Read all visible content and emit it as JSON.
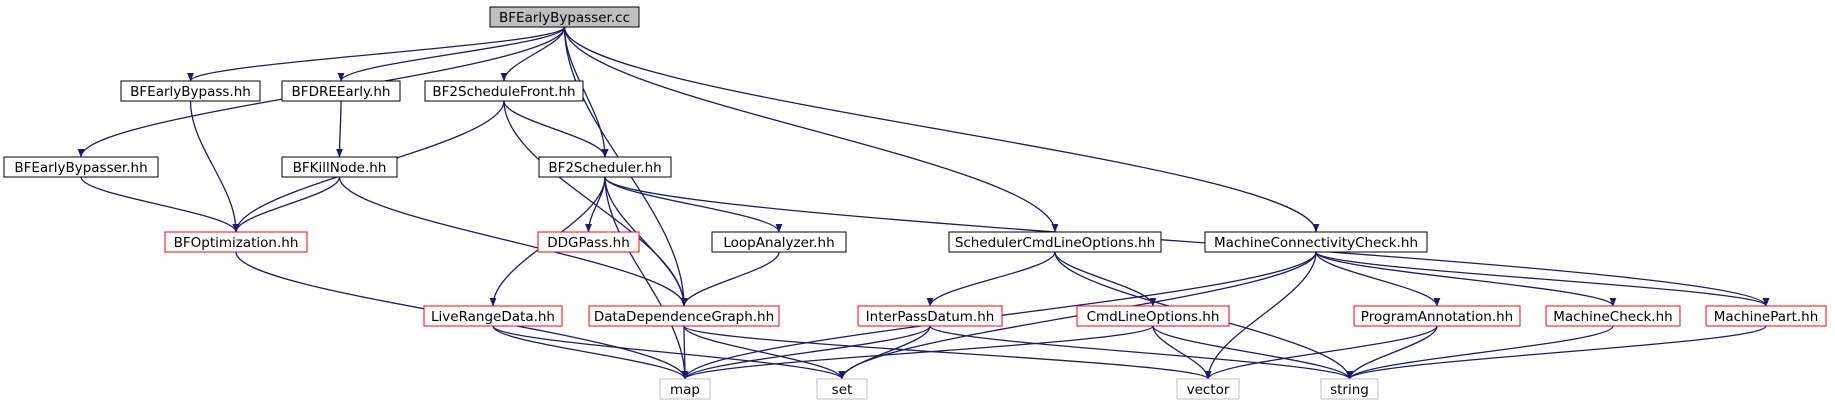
{
  "colors": {
    "edge": "#191970",
    "border_plain": "#000000",
    "border_incomplete": "#ff0000",
    "border_external": "#bfbfbf",
    "fill_root": "#bfbfbf",
    "fill_default": "#ffffff"
  },
  "nodes": [
    {
      "id": "root",
      "label": "BFEarlyBypasser.cc",
      "style": "root"
    },
    {
      "id": "bypass",
      "label": "BFEarlyBypass.hh",
      "style": "plain"
    },
    {
      "id": "dre",
      "label": "BFDREEarly.hh",
      "style": "plain"
    },
    {
      "id": "front",
      "label": "BF2ScheduleFront.hh",
      "style": "plain"
    },
    {
      "id": "bypasserhh",
      "label": "BFEarlyBypasser.hh",
      "style": "plain"
    },
    {
      "id": "kill",
      "label": "BFKillNode.hh",
      "style": "plain"
    },
    {
      "id": "sched",
      "label": "BF2Scheduler.hh",
      "style": "plain"
    },
    {
      "id": "opt",
      "label": "BFOptimization.hh",
      "style": "incomplete"
    },
    {
      "id": "ddgpass",
      "label": "DDGPass.hh",
      "style": "incomplete"
    },
    {
      "id": "loop",
      "label": "LoopAnalyzer.hh",
      "style": "plain"
    },
    {
      "id": "sclo",
      "label": "SchedulerCmdLineOptions.hh",
      "style": "plain"
    },
    {
      "id": "mcc",
      "label": "MachineConnectivityCheck.hh",
      "style": "plain"
    },
    {
      "id": "lrd",
      "label": "LiveRangeData.hh",
      "style": "incomplete"
    },
    {
      "id": "ddg",
      "label": "DataDependenceGraph.hh",
      "style": "incomplete"
    },
    {
      "id": "ipd",
      "label": "InterPassDatum.hh",
      "style": "incomplete"
    },
    {
      "id": "clo",
      "label": "CmdLineOptions.hh",
      "style": "incomplete"
    },
    {
      "id": "pa",
      "label": "ProgramAnnotation.hh",
      "style": "incomplete"
    },
    {
      "id": "mc",
      "label": "MachineCheck.hh",
      "style": "incomplete"
    },
    {
      "id": "mp",
      "label": "MachinePart.hh",
      "style": "incomplete"
    },
    {
      "id": "map",
      "label": "map",
      "style": "external"
    },
    {
      "id": "set",
      "label": "set",
      "style": "external"
    },
    {
      "id": "vector",
      "label": "vector",
      "style": "external"
    },
    {
      "id": "string",
      "label": "string",
      "style": "external"
    }
  ],
  "edges": [
    [
      "root",
      "bypasserhh"
    ],
    [
      "root",
      "bypass"
    ],
    [
      "root",
      "dre"
    ],
    [
      "root",
      "front"
    ],
    [
      "root",
      "sched"
    ],
    [
      "root",
      "ddg"
    ],
    [
      "root",
      "sclo"
    ],
    [
      "root",
      "mcc"
    ],
    [
      "bypass",
      "opt"
    ],
    [
      "dre",
      "kill"
    ],
    [
      "front",
      "opt"
    ],
    [
      "front",
      "sched"
    ],
    [
      "front",
      "ddg"
    ],
    [
      "bypasserhh",
      "opt"
    ],
    [
      "kill",
      "opt"
    ],
    [
      "kill",
      "ddg"
    ],
    [
      "sched",
      "map"
    ],
    [
      "sched",
      "lrd"
    ],
    [
      "sched",
      "ddgpass"
    ],
    [
      "sched",
      "ddg"
    ],
    [
      "sched",
      "loop"
    ],
    [
      "sched",
      "mp"
    ],
    [
      "opt",
      "map"
    ],
    [
      "loop",
      "ddg"
    ],
    [
      "sclo",
      "ipd"
    ],
    [
      "sclo",
      "clo"
    ],
    [
      "sclo",
      "string"
    ],
    [
      "mcc",
      "map"
    ],
    [
      "mcc",
      "set"
    ],
    [
      "mcc",
      "vector"
    ],
    [
      "mcc",
      "pa"
    ],
    [
      "mcc",
      "mc"
    ],
    [
      "mcc",
      "mp"
    ],
    [
      "lrd",
      "map"
    ],
    [
      "lrd",
      "set"
    ],
    [
      "ddg",
      "map"
    ],
    [
      "ddg",
      "set"
    ],
    [
      "ddg",
      "vector"
    ],
    [
      "ipd",
      "map"
    ],
    [
      "ipd",
      "set"
    ],
    [
      "ipd",
      "string"
    ],
    [
      "clo",
      "map"
    ],
    [
      "clo",
      "vector"
    ],
    [
      "clo",
      "string"
    ],
    [
      "pa",
      "vector"
    ],
    [
      "pa",
      "string"
    ],
    [
      "mc",
      "string"
    ],
    [
      "mp",
      "string"
    ]
  ]
}
